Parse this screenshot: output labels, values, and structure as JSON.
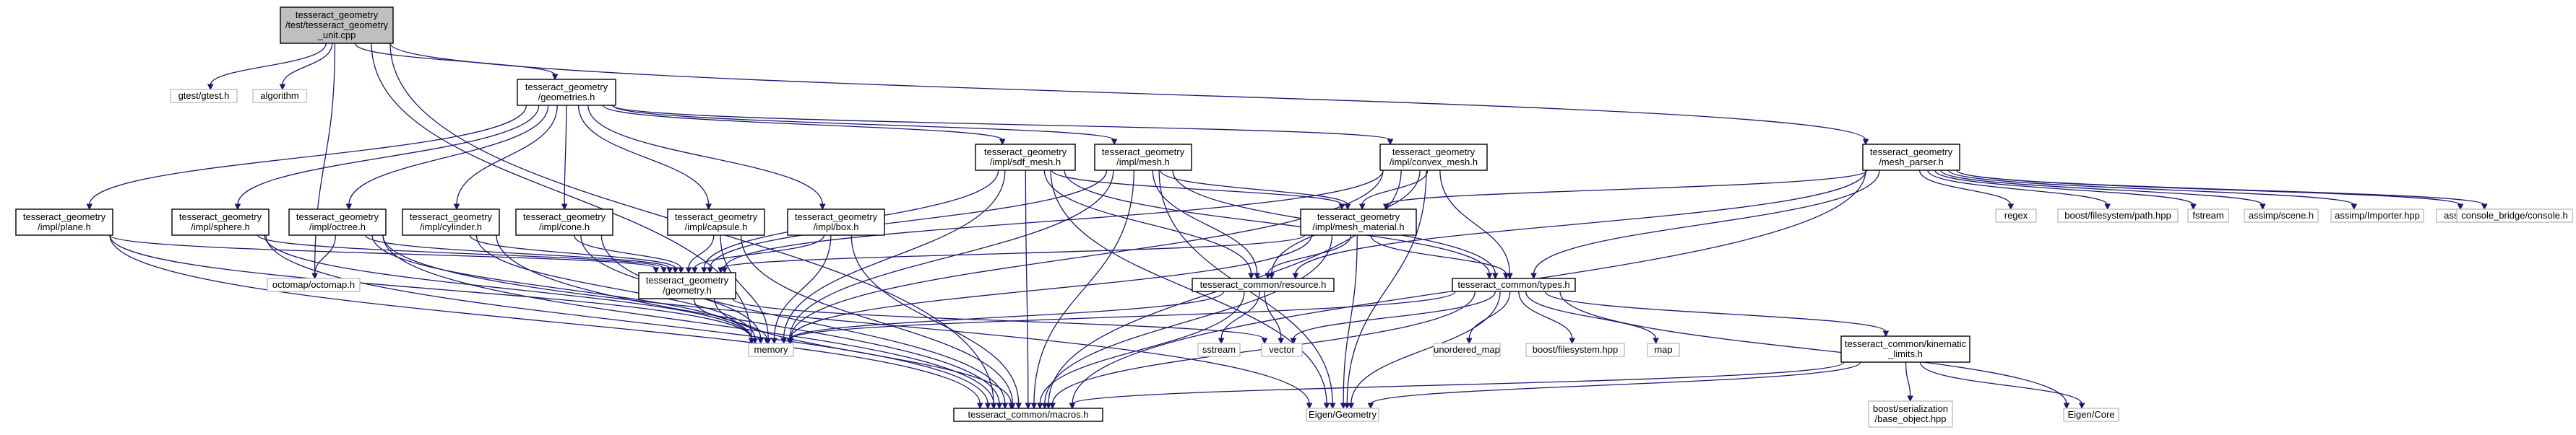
{
  "diagram": {
    "colors": {
      "edge": "#191970",
      "root_fill": "#bfbfbf",
      "node_fill": "#ffffff",
      "ext_border": "#bfbfbf",
      "node_border": "#000000"
    },
    "nodes": [
      {
        "id": "root",
        "lines": [
          "tesseract_geometry",
          "/test/tesseract_geometry",
          "_unit.cpp"
        ],
        "kind": "root"
      },
      {
        "id": "gtest",
        "lines": [
          "gtest/gtest.h"
        ],
        "kind": "ext"
      },
      {
        "id": "algorithm",
        "lines": [
          "algorithm"
        ],
        "kind": "ext"
      },
      {
        "id": "geometries",
        "lines": [
          "tesseract_geometry",
          "/geometries.h"
        ],
        "kind": "file"
      },
      {
        "id": "mesh_parser",
        "lines": [
          "tesseract_geometry",
          "/mesh_parser.h"
        ],
        "kind": "file"
      },
      {
        "id": "plane",
        "lines": [
          "tesseract_geometry",
          "/impl/plane.h"
        ],
        "kind": "file"
      },
      {
        "id": "sphere",
        "lines": [
          "tesseract_geometry",
          "/impl/sphere.h"
        ],
        "kind": "file"
      },
      {
        "id": "octree",
        "lines": [
          "tesseract_geometry",
          "/impl/octree.h"
        ],
        "kind": "file"
      },
      {
        "id": "cylinder",
        "lines": [
          "tesseract_geometry",
          "/impl/cylinder.h"
        ],
        "kind": "file"
      },
      {
        "id": "cone",
        "lines": [
          "tesseract_geometry",
          "/impl/cone.h"
        ],
        "kind": "file"
      },
      {
        "id": "capsule",
        "lines": [
          "tesseract_geometry",
          "/impl/capsule.h"
        ],
        "kind": "file"
      },
      {
        "id": "box",
        "lines": [
          "tesseract_geometry",
          "/impl/box.h"
        ],
        "kind": "file"
      },
      {
        "id": "sdf_mesh",
        "lines": [
          "tesseract_geometry",
          "/impl/sdf_mesh.h"
        ],
        "kind": "file"
      },
      {
        "id": "mesh",
        "lines": [
          "tesseract_geometry",
          "/impl/mesh.h"
        ],
        "kind": "file"
      },
      {
        "id": "convex_mesh",
        "lines": [
          "tesseract_geometry",
          "/impl/convex_mesh.h"
        ],
        "kind": "file"
      },
      {
        "id": "mesh_material",
        "lines": [
          "tesseract_geometry",
          "/impl/mesh_material.h"
        ],
        "kind": "file"
      },
      {
        "id": "octomap",
        "lines": [
          "octomap/octomap.h"
        ],
        "kind": "ext"
      },
      {
        "id": "geometry",
        "lines": [
          "tesseract_geometry",
          "/geometry.h"
        ],
        "kind": "file"
      },
      {
        "id": "resource",
        "lines": [
          "tesseract_common/resource.h"
        ],
        "kind": "file"
      },
      {
        "id": "types",
        "lines": [
          "tesseract_common/types.h"
        ],
        "kind": "file"
      },
      {
        "id": "memory",
        "lines": [
          "memory"
        ],
        "kind": "ext"
      },
      {
        "id": "sstream",
        "lines": [
          "sstream"
        ],
        "kind": "ext"
      },
      {
        "id": "vector",
        "lines": [
          "vector"
        ],
        "kind": "ext"
      },
      {
        "id": "unordered_map",
        "lines": [
          "unordered_map"
        ],
        "kind": "ext"
      },
      {
        "id": "boost_fs",
        "lines": [
          "boost/filesystem.hpp"
        ],
        "kind": "ext"
      },
      {
        "id": "map",
        "lines": [
          "map"
        ],
        "kind": "ext"
      },
      {
        "id": "kinematic_limits",
        "lines": [
          "tesseract_common/kinematic",
          "_limits.h"
        ],
        "kind": "file"
      },
      {
        "id": "macros",
        "lines": [
          "tesseract_common/macros.h"
        ],
        "kind": "file"
      },
      {
        "id": "eigen_geometry",
        "lines": [
          "Eigen/Geometry"
        ],
        "kind": "ext"
      },
      {
        "id": "boost_serialization",
        "lines": [
          "boost/serialization",
          "/base_object.hpp"
        ],
        "kind": "ext"
      },
      {
        "id": "eigen_core",
        "lines": [
          "Eigen/Core"
        ],
        "kind": "ext"
      },
      {
        "id": "regex",
        "lines": [
          "regex"
        ],
        "kind": "ext"
      },
      {
        "id": "boost_fs_path",
        "lines": [
          "boost/filesystem/path.hpp"
        ],
        "kind": "ext"
      },
      {
        "id": "fstream",
        "lines": [
          "fstream"
        ],
        "kind": "ext"
      },
      {
        "id": "assimp_scene",
        "lines": [
          "assimp/scene.h"
        ],
        "kind": "ext"
      },
      {
        "id": "assimp_importer",
        "lines": [
          "assimp/Importer.hpp"
        ],
        "kind": "ext"
      },
      {
        "id": "assimp_postprocess",
        "lines": [
          "assimp/postprocess.h"
        ],
        "kind": "ext"
      },
      {
        "id": "console_bridge",
        "lines": [
          "console_bridge/console.h"
        ],
        "kind": "ext"
      }
    ],
    "edges": [
      [
        "root",
        "gtest"
      ],
      [
        "root",
        "algorithm"
      ],
      [
        "root",
        "geometries"
      ],
      [
        "root",
        "mesh_parser"
      ],
      [
        "root",
        "memory"
      ],
      [
        "root",
        "octomap"
      ],
      [
        "root",
        "macros"
      ],
      [
        "geometries",
        "plane"
      ],
      [
        "geometries",
        "sphere"
      ],
      [
        "geometries",
        "octree"
      ],
      [
        "geometries",
        "cylinder"
      ],
      [
        "geometries",
        "cone"
      ],
      [
        "geometries",
        "capsule"
      ],
      [
        "geometries",
        "box"
      ],
      [
        "geometries",
        "sdf_mesh"
      ],
      [
        "geometries",
        "mesh"
      ],
      [
        "geometries",
        "convex_mesh"
      ],
      [
        "plane",
        "geometry"
      ],
      [
        "plane",
        "memory"
      ],
      [
        "plane",
        "macros"
      ],
      [
        "sphere",
        "geometry"
      ],
      [
        "sphere",
        "memory"
      ],
      [
        "sphere",
        "macros"
      ],
      [
        "octree",
        "geometry"
      ],
      [
        "octree",
        "octomap"
      ],
      [
        "octree",
        "memory"
      ],
      [
        "octree",
        "macros"
      ],
      [
        "octree",
        "eigen_geometry"
      ],
      [
        "cylinder",
        "geometry"
      ],
      [
        "cylinder",
        "memory"
      ],
      [
        "cylinder",
        "macros"
      ],
      [
        "cone",
        "geometry"
      ],
      [
        "cone",
        "memory"
      ],
      [
        "cone",
        "macros"
      ],
      [
        "capsule",
        "geometry"
      ],
      [
        "capsule",
        "memory"
      ],
      [
        "capsule",
        "macros"
      ],
      [
        "box",
        "geometry"
      ],
      [
        "box",
        "memory"
      ],
      [
        "box",
        "macros"
      ],
      [
        "sdf_mesh",
        "geometry"
      ],
      [
        "sdf_mesh",
        "mesh_material"
      ],
      [
        "sdf_mesh",
        "resource"
      ],
      [
        "sdf_mesh",
        "types"
      ],
      [
        "sdf_mesh",
        "memory"
      ],
      [
        "sdf_mesh",
        "macros"
      ],
      [
        "sdf_mesh",
        "eigen_geometry"
      ],
      [
        "mesh",
        "geometry"
      ],
      [
        "mesh",
        "mesh_material"
      ],
      [
        "mesh",
        "resource"
      ],
      [
        "mesh",
        "types"
      ],
      [
        "mesh",
        "memory"
      ],
      [
        "mesh",
        "macros"
      ],
      [
        "mesh",
        "eigen_geometry"
      ],
      [
        "convex_mesh",
        "geometry"
      ],
      [
        "convex_mesh",
        "mesh_material"
      ],
      [
        "convex_mesh",
        "resource"
      ],
      [
        "convex_mesh",
        "types"
      ],
      [
        "convex_mesh",
        "memory"
      ],
      [
        "convex_mesh",
        "macros"
      ],
      [
        "convex_mesh",
        "eigen_geometry"
      ],
      [
        "mesh_material",
        "geometry"
      ],
      [
        "mesh_material",
        "resource"
      ],
      [
        "mesh_material",
        "types"
      ],
      [
        "mesh_material",
        "memory"
      ],
      [
        "mesh_material",
        "macros"
      ],
      [
        "mesh_material",
        "eigen_geometry"
      ],
      [
        "geometry",
        "memory"
      ],
      [
        "geometry",
        "vector"
      ],
      [
        "geometry",
        "macros"
      ],
      [
        "resource",
        "memory"
      ],
      [
        "resource",
        "sstream"
      ],
      [
        "resource",
        "vector"
      ],
      [
        "resource",
        "macros"
      ],
      [
        "types",
        "memory"
      ],
      [
        "types",
        "vector"
      ],
      [
        "types",
        "unordered_map"
      ],
      [
        "types",
        "boost_fs"
      ],
      [
        "types",
        "map"
      ],
      [
        "types",
        "kinematic_limits"
      ],
      [
        "types",
        "macros"
      ],
      [
        "types",
        "eigen_geometry"
      ],
      [
        "types",
        "eigen_core"
      ],
      [
        "kinematic_limits",
        "macros"
      ],
      [
        "kinematic_limits",
        "boost_serialization"
      ],
      [
        "kinematic_limits",
        "eigen_core"
      ],
      [
        "kinematic_limits",
        "eigen_geometry"
      ],
      [
        "mesh_parser",
        "mesh_material"
      ],
      [
        "mesh_parser",
        "resource"
      ],
      [
        "mesh_parser",
        "types"
      ],
      [
        "mesh_parser",
        "macros"
      ],
      [
        "mesh_parser",
        "regex"
      ],
      [
        "mesh_parser",
        "boost_fs_path"
      ],
      [
        "mesh_parser",
        "fstream"
      ],
      [
        "mesh_parser",
        "assimp_scene"
      ],
      [
        "mesh_parser",
        "assimp_importer"
      ],
      [
        "mesh_parser",
        "assimp_postprocess"
      ],
      [
        "mesh_parser",
        "console_bridge"
      ]
    ]
  }
}
